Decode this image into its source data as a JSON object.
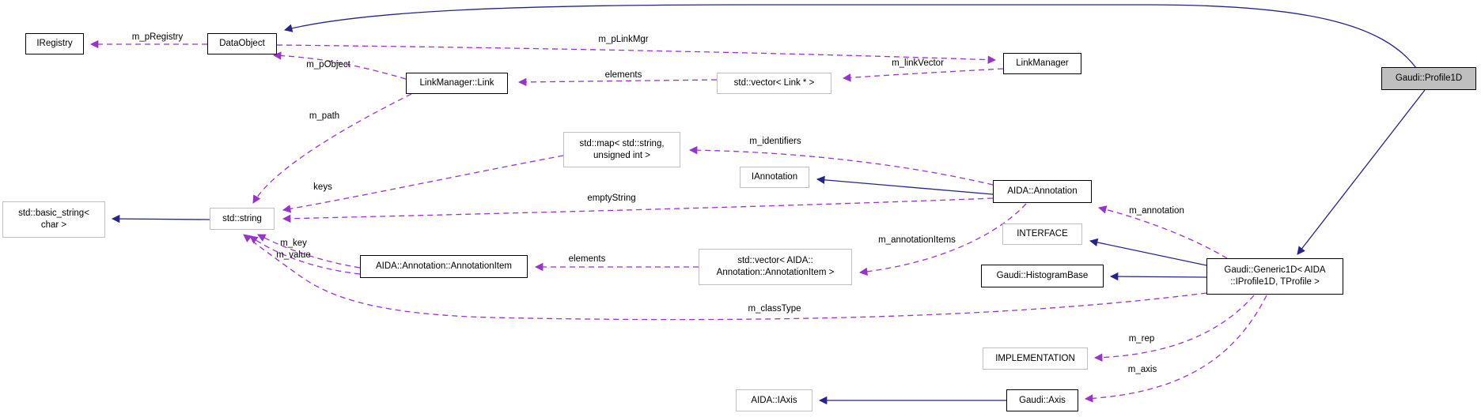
{
  "diagram": {
    "type": "doxygen-collaboration-graph",
    "focus_class": "Gaudi::Profile1D",
    "colors": {
      "background": "#ffffff",
      "inheritance_edge": "#24248c",
      "usage_edge": "#9a32cd",
      "node_border_strong": "#000000",
      "node_border_weak": "#bfbfbf",
      "focus_node_fill": "#bfbfbf",
      "text": "#000000"
    },
    "nodes": [
      {
        "id": "iregistry",
        "label": "IRegistry"
      },
      {
        "id": "dataobject",
        "label": "DataObject"
      },
      {
        "id": "linkmanager-link",
        "label": "LinkManager::Link"
      },
      {
        "id": "vector-link",
        "label": "std::vector< Link * >"
      },
      {
        "id": "linkmanager",
        "label": "LinkManager"
      },
      {
        "id": "profile1d",
        "label": "Gaudi::Profile1D",
        "highlighted": true
      },
      {
        "id": "map-string-uint",
        "line1": "std::map< std::string,",
        "line2": "unsigned int >"
      },
      {
        "id": "iannotation",
        "label": "IAnnotation"
      },
      {
        "id": "aida-annotation",
        "label": "AIDA::Annotation"
      },
      {
        "id": "basic-string",
        "line1": "std::basic_string<",
        "line2": "char >"
      },
      {
        "id": "std-string",
        "label": "std::string"
      },
      {
        "id": "interface",
        "label": "INTERFACE"
      },
      {
        "id": "annotation-item",
        "label": "AIDA::Annotation::AnnotationItem"
      },
      {
        "id": "vector-annotation-item",
        "line1": "std::vector< AIDA::",
        "line2": "Annotation::AnnotationItem >"
      },
      {
        "id": "histogram-base",
        "label": "Gaudi::HistogramBase"
      },
      {
        "id": "generic1d",
        "line1": "Gaudi::Generic1D< AIDA",
        "line2": "::IProfile1D, TProfile >"
      },
      {
        "id": "implementation",
        "label": "IMPLEMENTATION"
      },
      {
        "id": "aida-iaxis",
        "label": "AIDA::IAxis"
      },
      {
        "id": "gaudi-axis",
        "label": "Gaudi::Axis"
      }
    ],
    "usage_edges": [
      {
        "label": "m_pRegistry",
        "from": "DataObject",
        "to": "IRegistry"
      },
      {
        "label": "m_pLinkMgr",
        "from": "DataObject",
        "to": "LinkManager"
      },
      {
        "label": "m_pObject",
        "from": "LinkManager::Link",
        "to": "DataObject"
      },
      {
        "label": "elements",
        "from": "std::vector< Link * >",
        "to": "LinkManager::Link"
      },
      {
        "label": "m_linkVector",
        "from": "LinkManager",
        "to": "std::vector< Link * >"
      },
      {
        "label": "m_path",
        "from": "LinkManager::Link",
        "to": "std::string"
      },
      {
        "label": "m_identifiers",
        "from": "AIDA::Annotation",
        "to": "std::map< std::string, unsigned int >"
      },
      {
        "label": "keys",
        "from": "std::map< std::string, unsigned int >",
        "to": "std::string"
      },
      {
        "label": "emptyString",
        "from": "AIDA::Annotation",
        "to": "std::string"
      },
      {
        "label": "m_key",
        "from": "AIDA::Annotation::AnnotationItem",
        "to": "std::string"
      },
      {
        "label": "m_value",
        "from": "AIDA::Annotation::AnnotationItem",
        "to": "std::string"
      },
      {
        "label": "elements",
        "from": "std::vector< AIDA::Annotation::AnnotationItem >",
        "to": "AIDA::Annotation::AnnotationItem"
      },
      {
        "label": "m_annotationItems",
        "from": "AIDA::Annotation",
        "to": "std::vector< AIDA::Annotation::AnnotationItem >"
      },
      {
        "label": "m_annotation",
        "from": "Gaudi::Generic1D< AIDA::IProfile1D, TProfile >",
        "to": "AIDA::Annotation"
      },
      {
        "label": "m_classType",
        "from": "Gaudi::Generic1D< AIDA::IProfile1D, TProfile >",
        "to": "std::string"
      },
      {
        "label": "m_rep",
        "from": "Gaudi::Generic1D< AIDA::IProfile1D, TProfile >",
        "to": "IMPLEMENTATION"
      },
      {
        "label": "m_axis",
        "from": "Gaudi::Generic1D< AIDA::IProfile1D, TProfile >",
        "to": "Gaudi::Axis"
      }
    ],
    "inheritance_edges": [
      {
        "from": "Gaudi::Profile1D",
        "to": "DataObject"
      },
      {
        "from": "Gaudi::Profile1D",
        "to": "Gaudi::Generic1D< AIDA::IProfile1D, TProfile >"
      },
      {
        "from": "Gaudi::Generic1D< AIDA::IProfile1D, TProfile >",
        "to": "INTERFACE"
      },
      {
        "from": "Gaudi::Generic1D< AIDA::IProfile1D, TProfile >",
        "to": "Gaudi::HistogramBase"
      },
      {
        "from": "AIDA::Annotation",
        "to": "IAnnotation"
      },
      {
        "from": "std::string",
        "to": "std::basic_string< char >"
      },
      {
        "from": "Gaudi::Axis",
        "to": "AIDA::IAxis"
      }
    ]
  }
}
